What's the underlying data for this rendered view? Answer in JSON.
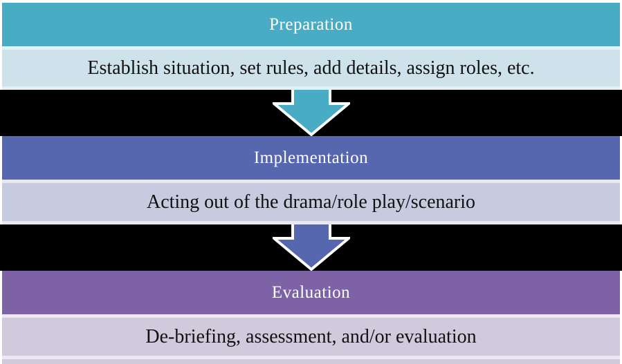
{
  "diagram": {
    "title": "role-play-process-flow",
    "type": "vertical-process-diagram",
    "gap_background": "#000000",
    "arrow_outline": "#ffffff",
    "stages": [
      {
        "title": "Preparation",
        "description": "Establish situation, set rules, add details, assign roles, etc.",
        "header_color": "#49ACC5",
        "desc_color": "#CEE2EB",
        "sep_color": "#E4F0F4",
        "arrow_color": "#49ACC5"
      },
      {
        "title": "Implementation",
        "description": "Acting out of the drama/role play/scenario",
        "header_color": "#5666AF",
        "desc_color": "#C7CBE0",
        "sep_color": "#E6E8F3",
        "arrow_color": "#5666AF"
      },
      {
        "title": "Evaluation",
        "description": "De-briefing, assessment, and/or evaluation",
        "header_color": "#7D63A5",
        "desc_color": "#D1C9DC",
        "sep_color": "#EDE9F2",
        "arrow_color": ""
      }
    ]
  }
}
